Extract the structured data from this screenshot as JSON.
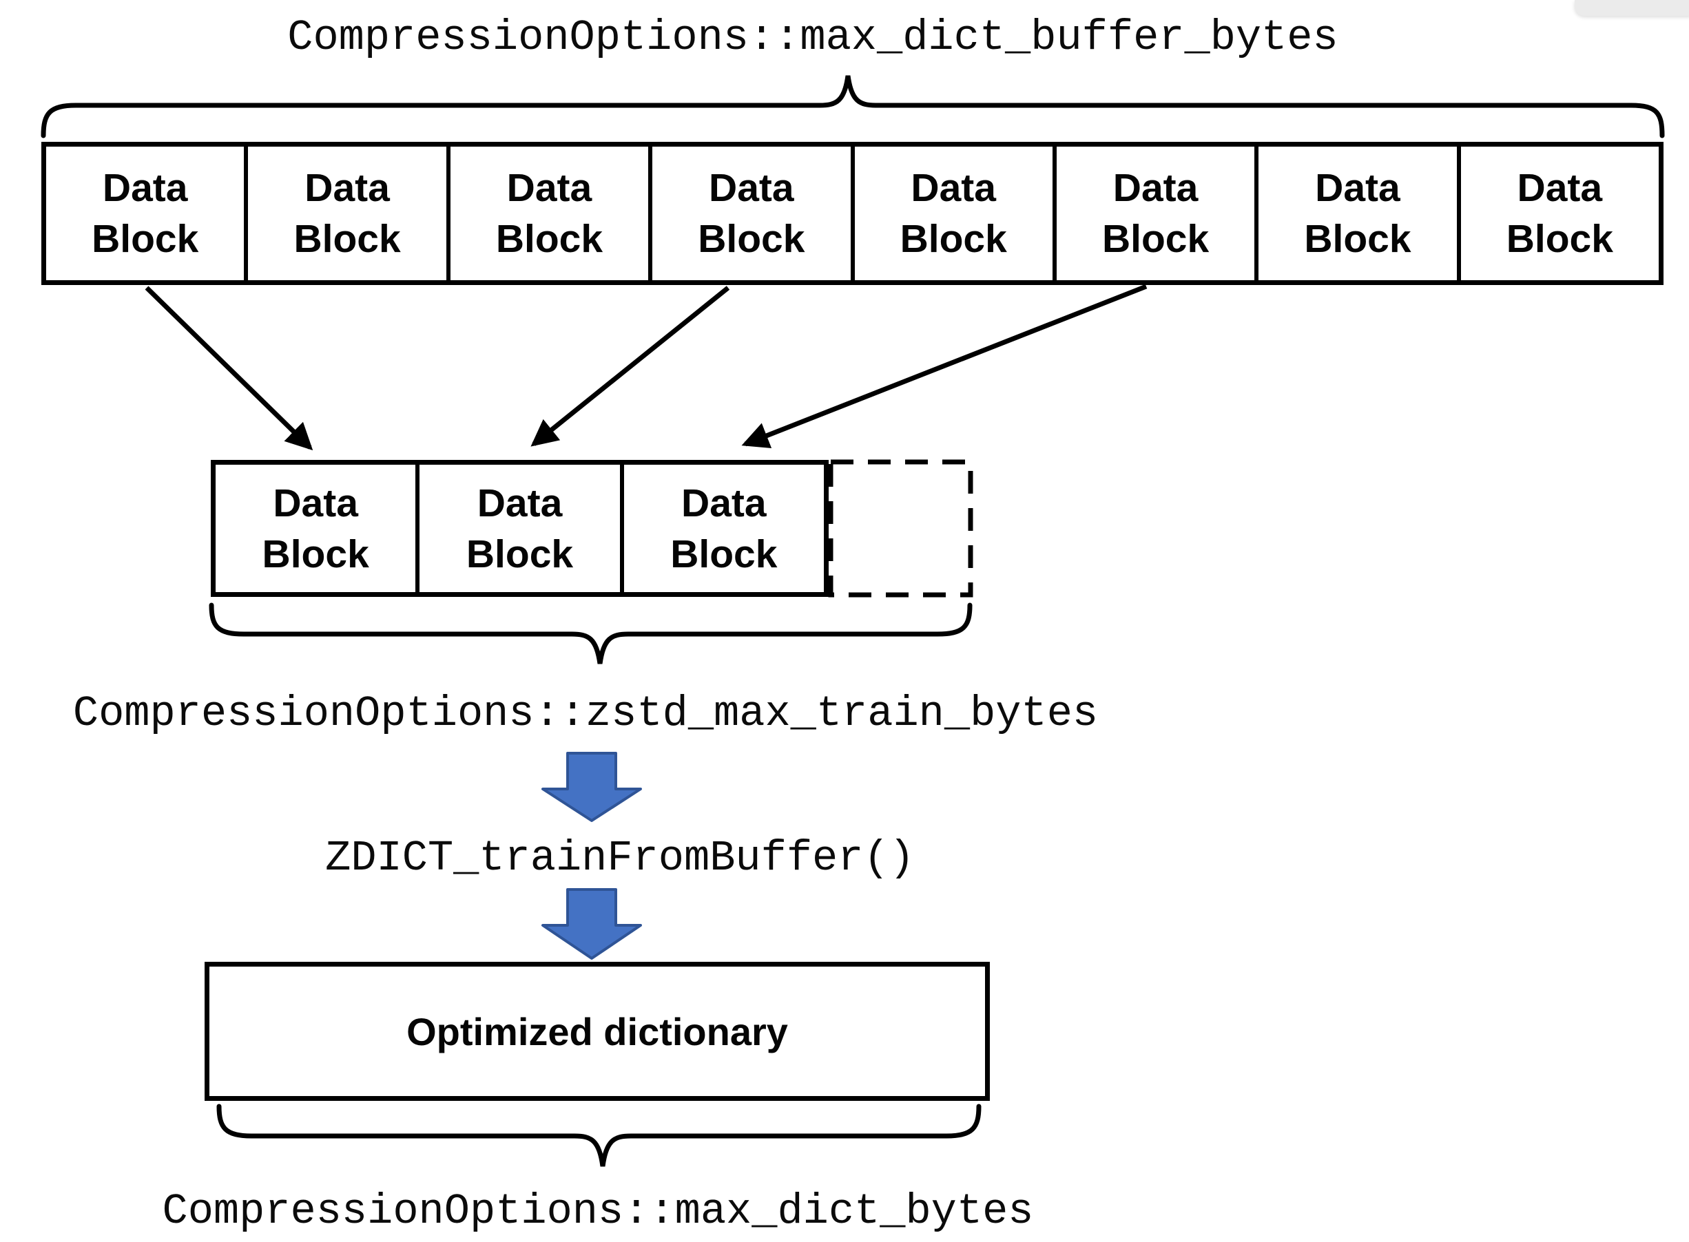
{
  "labels": {
    "buffer_bytes": "CompressionOptions::max_dict_buffer_bytes",
    "train_bytes": "CompressionOptions::zstd_max_train_bytes",
    "train_fn": "ZDICT_trainFromBuffer()",
    "dict_bytes": "CompressionOptions::max_dict_bytes"
  },
  "buffer_row": {
    "blocks": [
      {
        "label": "Data\nBlock"
      },
      {
        "label": "Data\nBlock"
      },
      {
        "label": "Data\nBlock"
      },
      {
        "label": "Data\nBlock"
      },
      {
        "label": "Data\nBlock"
      },
      {
        "label": "Data\nBlock"
      },
      {
        "label": "Data\nBlock"
      },
      {
        "label": "Data\nBlock"
      }
    ]
  },
  "train_row": {
    "blocks": [
      {
        "label": "Data\nBlock"
      },
      {
        "label": "Data\nBlock"
      },
      {
        "label": "Data\nBlock"
      }
    ]
  },
  "dict_box": {
    "label": "Optimized dictionary"
  },
  "colors": {
    "line": "#000000",
    "arrow_fill": "#4472C4",
    "arrow_stroke": "#2F5496",
    "corner_fragment": "#ebebeb"
  }
}
